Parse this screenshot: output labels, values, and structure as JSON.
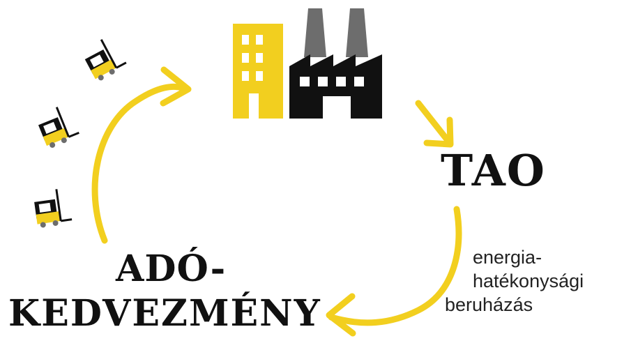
{
  "center": {
    "icon": "building-and-factory-icon"
  },
  "labels": {
    "tao": "TAO",
    "energy_line1": "energia-",
    "energy_line2": "hatékonysági",
    "energy_line3": "beruházás",
    "ado_line1": "ADÓ-",
    "ado_line2": "KEDVEZMÉNY"
  },
  "icons": [
    "forklift-icon",
    "forklift-icon",
    "forklift-icon"
  ],
  "colors": {
    "accent": "#f2cf1f",
    "dark": "#111111",
    "gray": "#6d6d6d"
  }
}
